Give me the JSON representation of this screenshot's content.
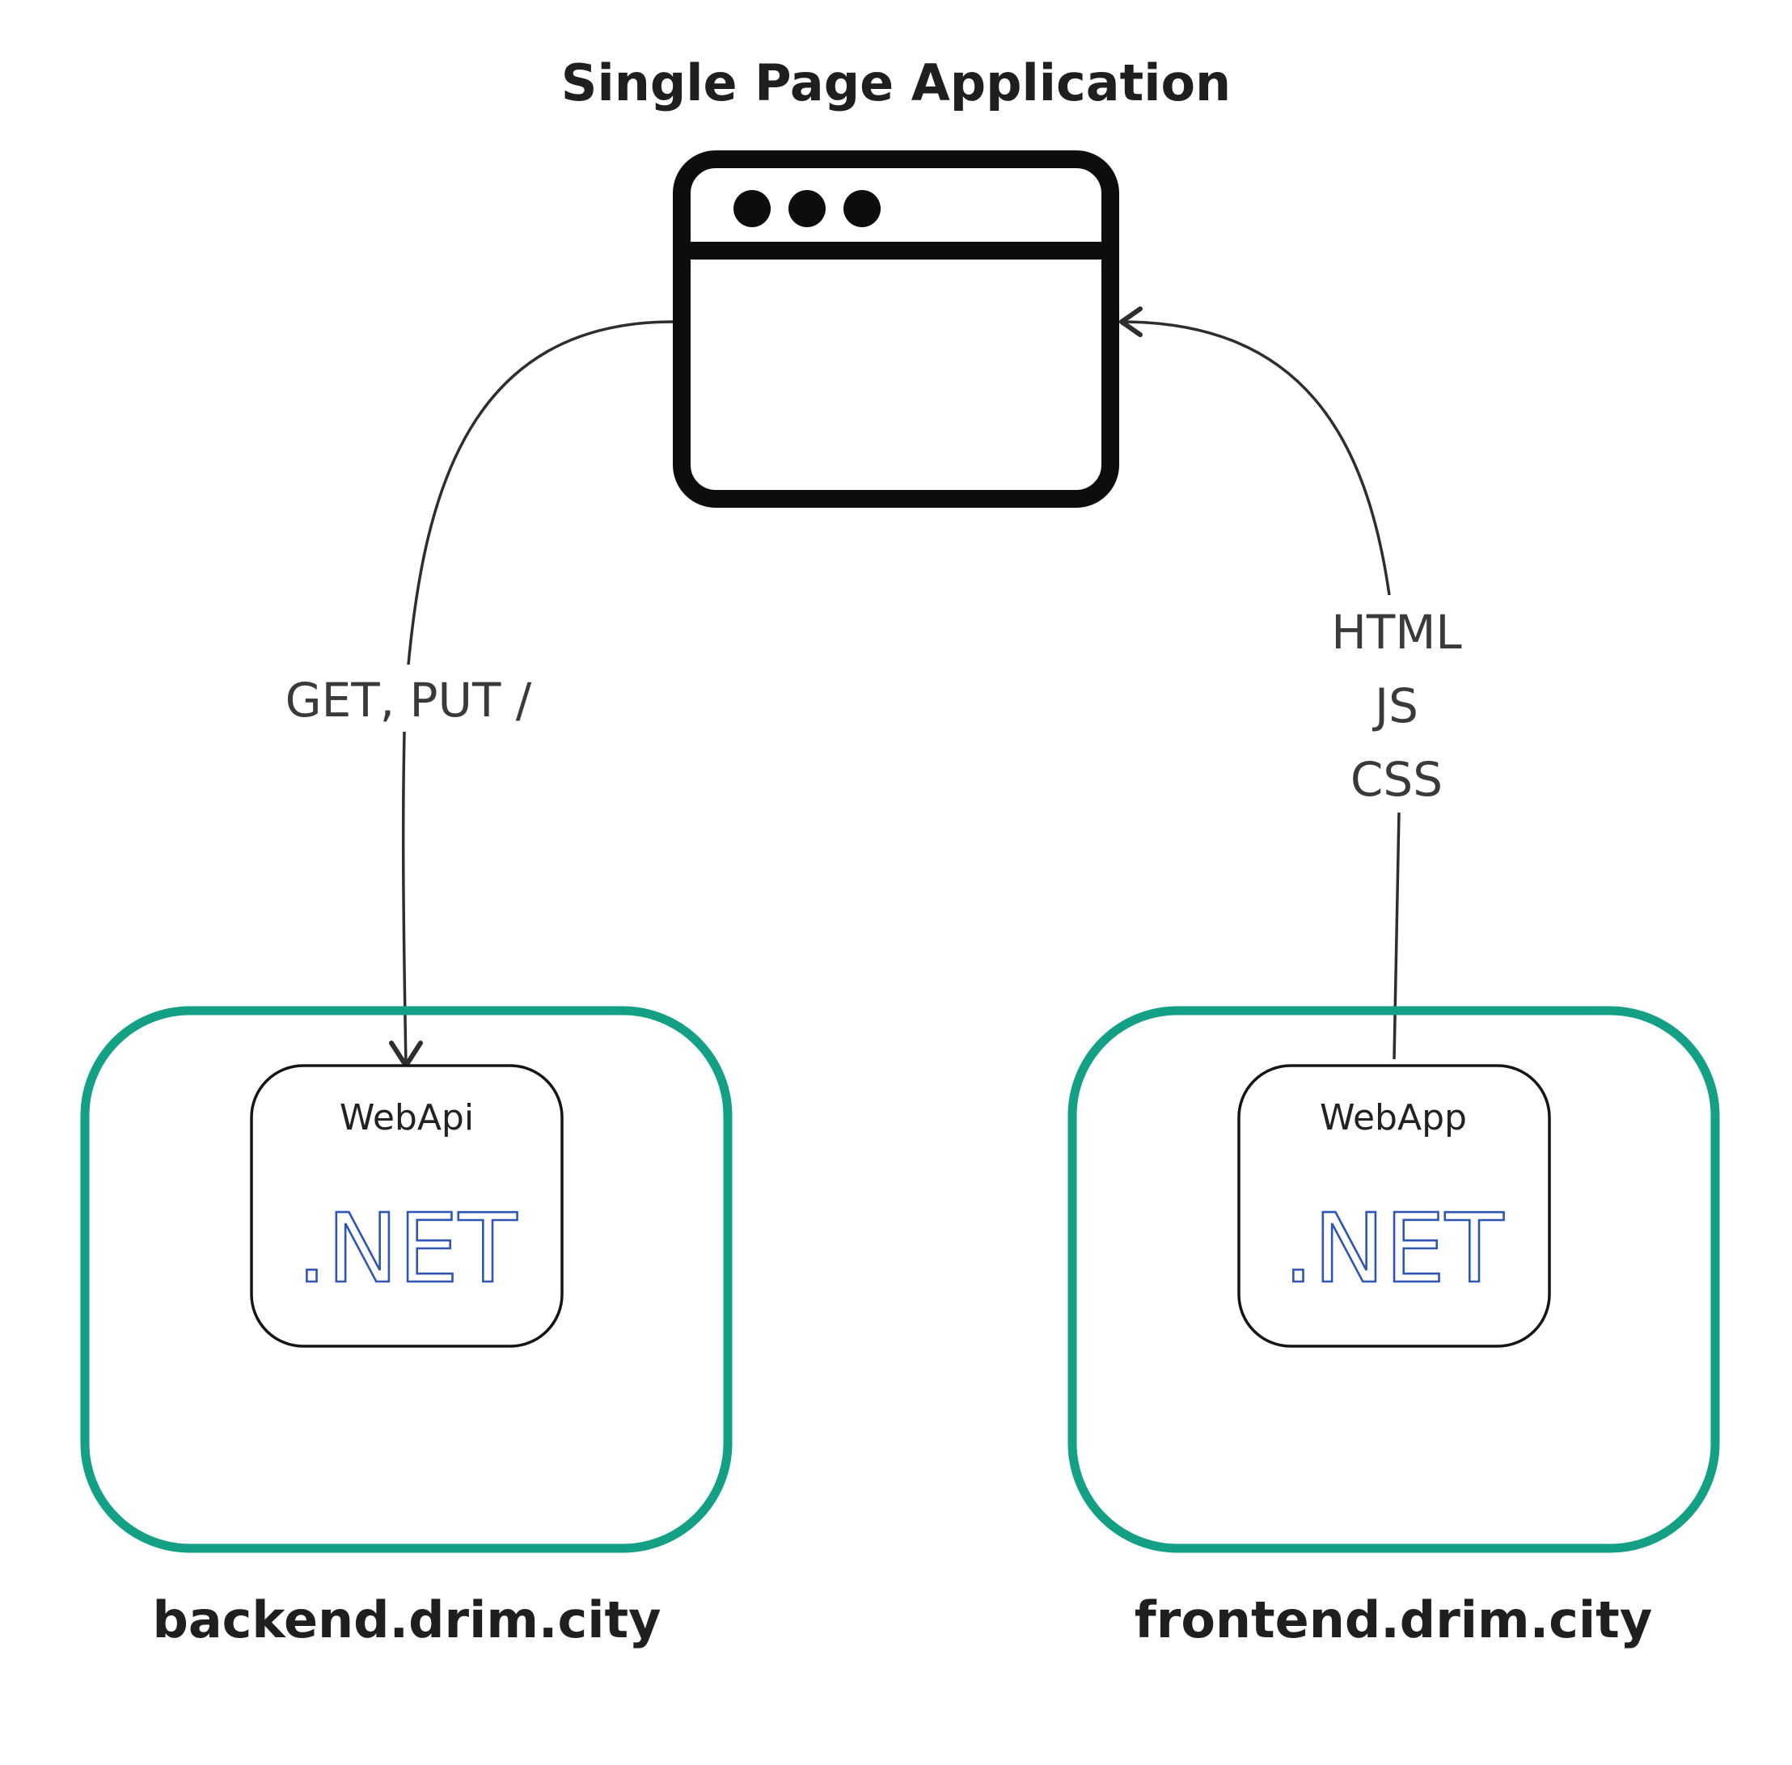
{
  "title": "Single Page Application",
  "edges": {
    "api": {
      "label": "GET, PUT /"
    },
    "assets": {
      "labels": [
        "HTML",
        "JS",
        "CSS"
      ]
    }
  },
  "nodes": {
    "backend": {
      "domain": "backend.drim.city",
      "service": "WebApi",
      "platform": ".NET"
    },
    "frontend": {
      "domain": "frontend.drim.city",
      "service": "WebApp",
      "platform": ".NET"
    }
  },
  "colors": {
    "host_border": "#14a085",
    "text": "#1f1f1f",
    "platform_logo": "#2f55b5",
    "connector": "#2e2e2e"
  },
  "icons": {
    "browser": "browser-window-icon"
  }
}
